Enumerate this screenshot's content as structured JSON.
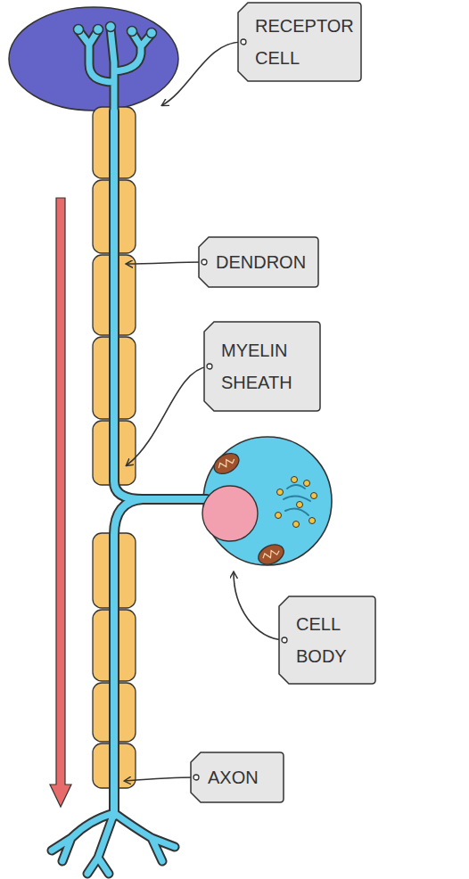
{
  "diagram": {
    "nodes": [
      {
        "text": [
          "RECEPTOR CELL"
        ]
      },
      {
        "text": [
          "DENDRON"
        ]
      },
      {
        "text": [
          "MYELIN SHEATH"
        ]
      },
      {
        "text": [
          "CELL BODY"
        ]
      },
      {
        "text": [
          "AXON"
        ]
      }
    ]
  }
}
